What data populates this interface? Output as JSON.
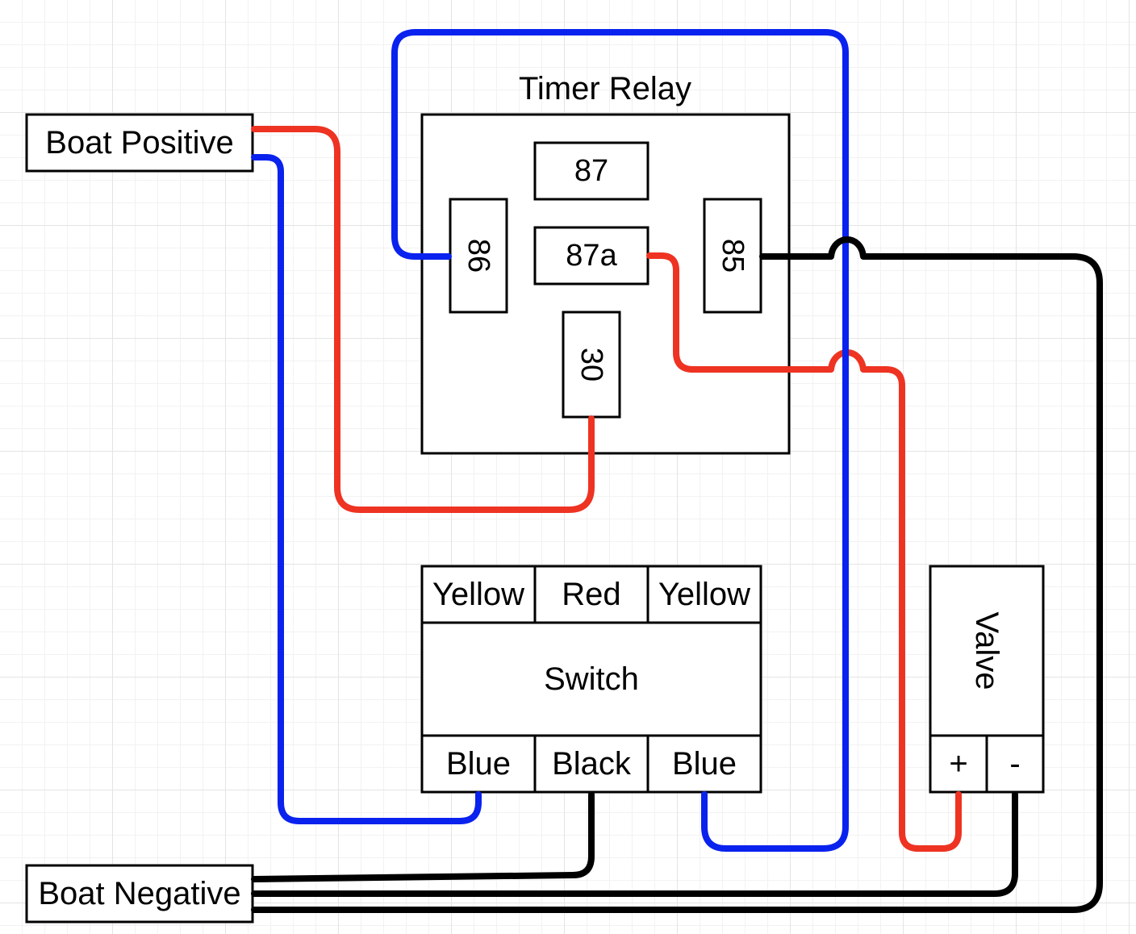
{
  "labels": {
    "boat_positive": "Boat Positive",
    "boat_negative": "Boat Negative",
    "timer_relay": "Timer Relay",
    "switch": "Switch",
    "valve": "Valve"
  },
  "relay_pins": {
    "p87": "87",
    "p87a": "87a",
    "p86": "86",
    "p85": "85",
    "p30": "30"
  },
  "switch_terminals": {
    "top": [
      "Yellow",
      "Red",
      "Yellow"
    ],
    "bottom": [
      "Blue",
      "Black",
      "Blue"
    ]
  },
  "valve_terminals": {
    "plus": "+",
    "minus": "-"
  },
  "wire_colors": {
    "positive": "#ee3322",
    "signal": "#0a22ee",
    "ground": "#000000"
  }
}
